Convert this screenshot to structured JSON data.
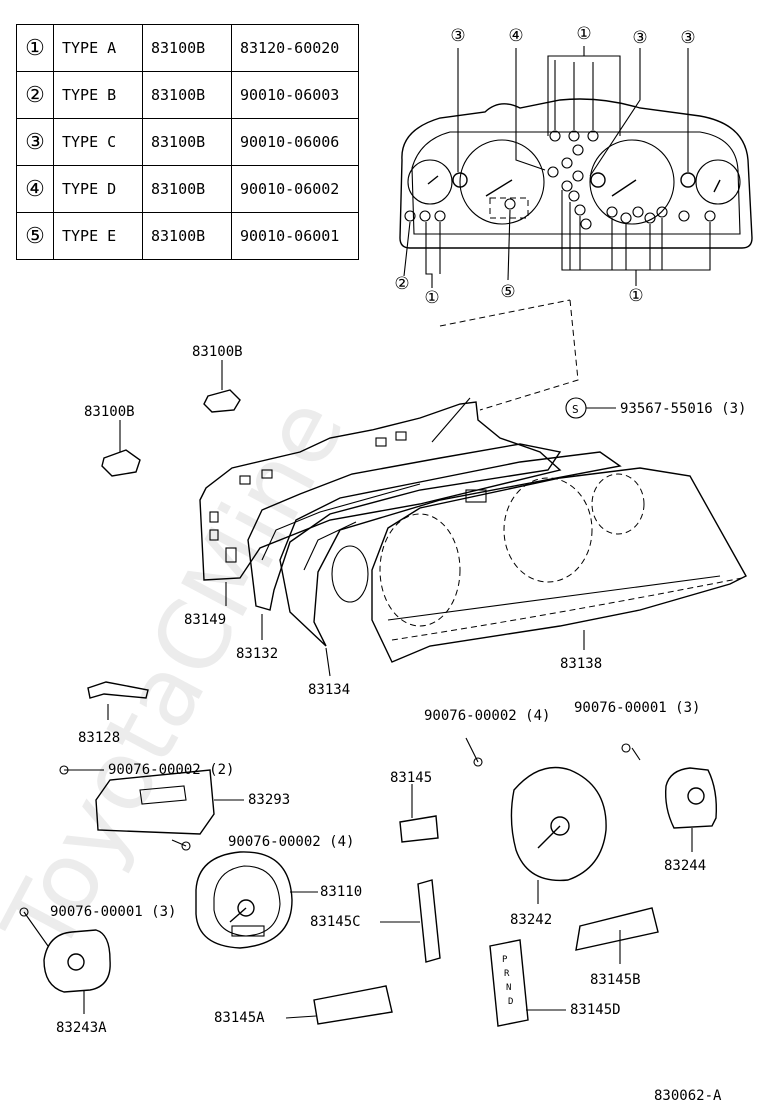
{
  "legend": {
    "rows": [
      {
        "num": "①",
        "type": "TYPE A",
        "base": "83100B",
        "part": "83120-60020"
      },
      {
        "num": "②",
        "type": "TYPE B",
        "base": "83100B",
        "part": "90010-06003"
      },
      {
        "num": "③",
        "type": "TYPE C",
        "base": "83100B",
        "part": "90010-06006"
      },
      {
        "num": "④",
        "type": "TYPE D",
        "base": "83100B",
        "part": "90010-06002"
      },
      {
        "num": "⑤",
        "type": "TYPE E",
        "base": "83100B",
        "part": "90010-06001"
      }
    ]
  },
  "cluster_callouts": {
    "c1": "③",
    "c2": "④",
    "c3": "①",
    "c4": "③",
    "c5": "③",
    "c6": "②",
    "c7": "①",
    "c8": "⑤",
    "c9": "①"
  },
  "parts": {
    "p83100B_top": "83100B",
    "p83100B_left": "83100B",
    "s_mark": "S",
    "p93567": "93567-55016 (3)",
    "p83149": "83149",
    "p83132": "83132",
    "p83134": "83134",
    "p83138": "83138",
    "p83128": "83128",
    "p90076_00002_4_top": "90076-00002 (4)",
    "p90076_00001_3_top": "90076-00001 (3)",
    "p90076_00002_2": "90076-00002 (2)",
    "p83293": "83293",
    "p83145": "83145",
    "p90076_00002_4_mid": "90076-00002 (4)",
    "p83244": "83244",
    "p83110": "83110",
    "p90076_00001_3_left": "90076-00001 (3)",
    "p83145C": "83145C",
    "p83242": "83242",
    "p83243A": "83243A",
    "p83145B": "83145B",
    "p83145A": "83145A",
    "p83145D": "83145D"
  },
  "watermark": "ToyotaCMine",
  "figure_code": "830062-A"
}
